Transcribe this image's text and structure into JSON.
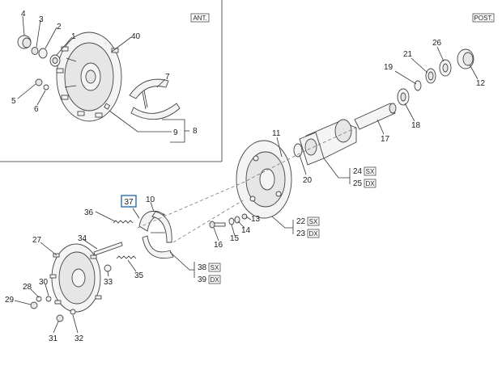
{
  "tags": {
    "ant": "ANT.",
    "post": "POST."
  },
  "side": {
    "sx": "SX",
    "dx": "DX"
  },
  "labels": {
    "p1": "1",
    "p2": "2",
    "p3": "3",
    "p4": "4",
    "p5": "5",
    "p6": "6",
    "p7": "7",
    "p8": "8",
    "p9": "9",
    "p10": "10",
    "p11": "11",
    "p12": "12",
    "p13": "13",
    "p14": "14",
    "p15": "15",
    "p16": "16",
    "p17": "17",
    "p18": "18",
    "p19": "19",
    "p20": "20",
    "p21": "21",
    "p22": "22",
    "p23": "23",
    "p24": "24",
    "p25": "25",
    "p26": "26",
    "p27": "27",
    "p28": "28",
    "p29": "29",
    "p30": "30",
    "p31": "31",
    "p32": "32",
    "p33": "33",
    "p34": "34",
    "p35": "35",
    "p36": "36",
    "p37": "37",
    "p38": "38",
    "p39": "39",
    "p40": "40"
  }
}
